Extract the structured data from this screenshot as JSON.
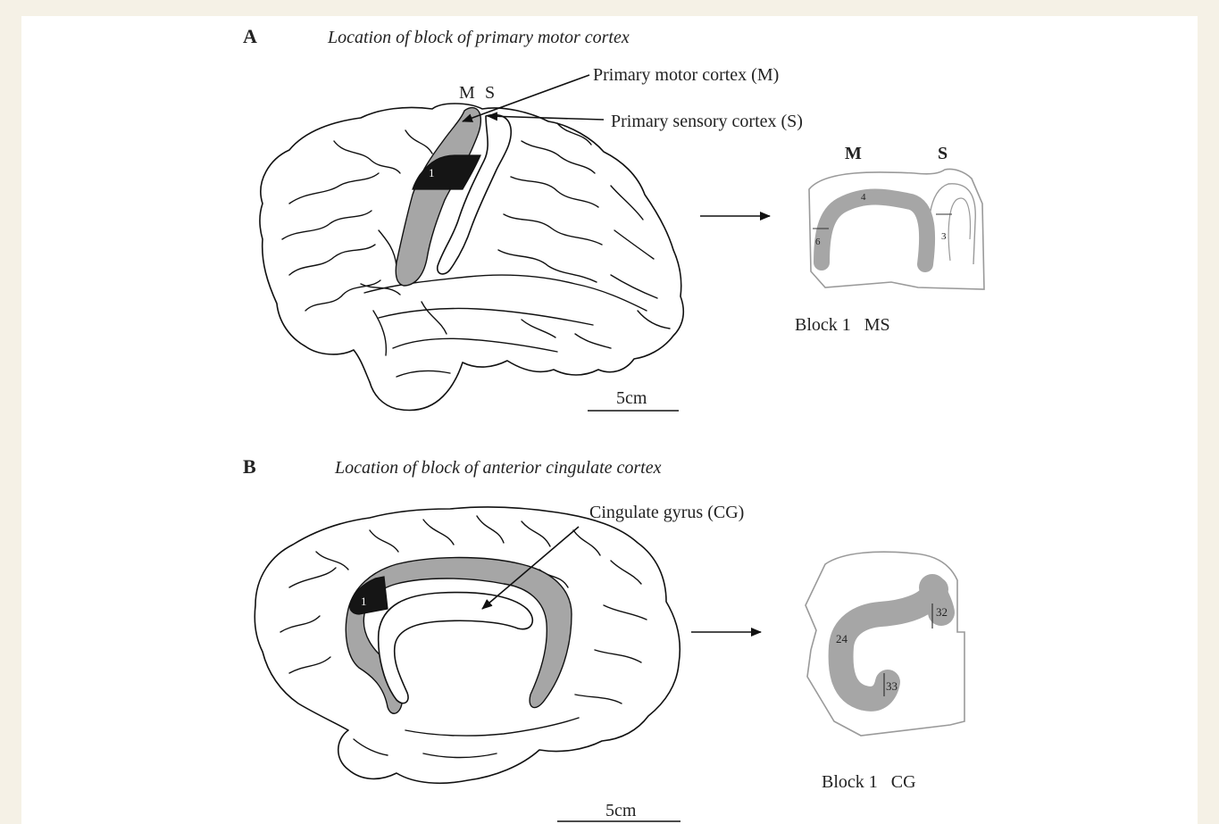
{
  "panel_a": {
    "letter": "A",
    "title": "Location of block of primary motor cortex",
    "marker_m": "M",
    "marker_s": "S",
    "motor_label": "Primary motor cortex (M)",
    "sensory_label": "Primary sensory cortex (S)",
    "block_number": "1",
    "scale_bar": "5cm",
    "inset": {
      "header_m": "M",
      "header_s": "S",
      "area_4": "4",
      "area_6": "6",
      "area_3": "3",
      "caption": "Block 1   MS"
    }
  },
  "panel_b": {
    "letter": "B",
    "title": "Location of block of anterior cingulate cortex",
    "cingulate_label": "Cingulate gyrus (CG)",
    "block_number": "1",
    "scale_bar": "5cm",
    "inset": {
      "area_24": "24",
      "area_32": "32",
      "area_33": "33",
      "caption": "Block 1   CG"
    }
  },
  "colors": {
    "background": "#f5f1e6",
    "panel": "#ffffff",
    "cortex_highlight": "#a6a6a6",
    "block": "#151515"
  }
}
